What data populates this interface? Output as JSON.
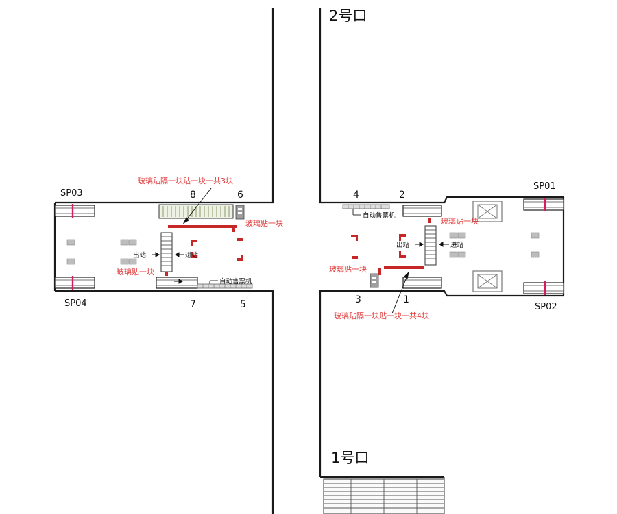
{
  "labels": {
    "exit2": "2号口",
    "exit1": "1号口",
    "sp01": "SP01",
    "sp02": "SP02",
    "sp03": "SP03",
    "sp04": "SP04",
    "n1": "1",
    "n2": "2",
    "n3": "3",
    "n4": "4",
    "n5": "5",
    "n6": "6",
    "n7": "7",
    "n8": "8",
    "exit_left": "出站",
    "enter_left": "进站",
    "exit_right": "出站",
    "enter_right": "进站",
    "tvm_left": "自动售票机",
    "tvm_right": "自动售票机"
  },
  "annotations": {
    "glass_top_3": "玻璃贴隔一块贴一块一共3块",
    "glass_one_a": "玻璃贴一块",
    "glass_one_b": "玻璃贴一块",
    "glass_one_c": "玻璃贴一块",
    "glass_one_d": "玻璃贴一块",
    "glass_bottom_4": "玻璃贴隔一块贴一块一共4块"
  },
  "colors": {
    "annotation_red": "#e23b3b",
    "gate_bar_red": "#c62828",
    "sp_mark_magenta": "#d81b60",
    "wall": "#1a1a1a"
  }
}
